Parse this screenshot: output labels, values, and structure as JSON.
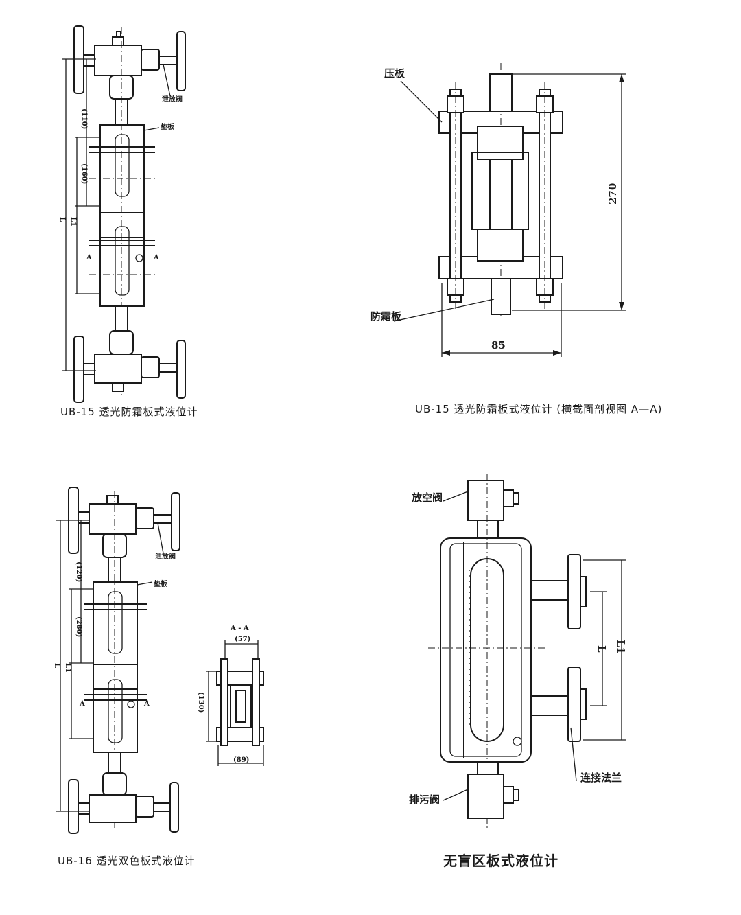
{
  "figures": {
    "fig1": {
      "caption": "UB-15 透光防霜板式液位计",
      "labels": {
        "valve": "泄放阀",
        "gasket": "垫板"
      },
      "dims": {
        "top": "(110)",
        "mid": "(160)",
        "L": "L",
        "L1": "L1",
        "section": "A"
      }
    },
    "fig2": {
      "caption": "UB-15 透光防霜板式液位计 (横截面剖视图 A—A)",
      "labels": {
        "press_plate": "压板",
        "frost_plate": "防霜板"
      },
      "dims": {
        "height": "270",
        "width": "85"
      }
    },
    "fig3": {
      "caption": "UB-16 透光双色板式液位计",
      "labels": {
        "valve": "泄放阀",
        "gasket": "垫板"
      },
      "dims": {
        "top": "(120)",
        "mid": "(280)",
        "L": "L",
        "L1": "L1",
        "section": "A"
      },
      "section_view": {
        "title": "A - A",
        "top": "(57)",
        "side": "(130)",
        "bottom": "(89)"
      }
    },
    "fig4": {
      "caption": "无盲区板式液位计",
      "labels": {
        "vent_valve": "放空阀",
        "drain_valve": "排污阀",
        "flange": "连接法兰"
      },
      "dims": {
        "L": "L",
        "L1": "L1"
      }
    }
  }
}
